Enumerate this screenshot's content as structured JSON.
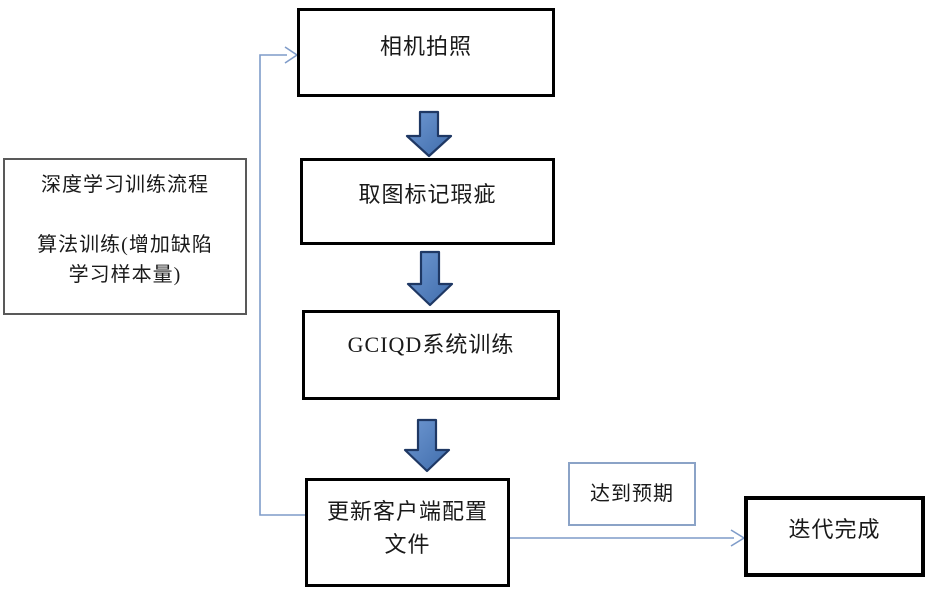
{
  "diagram": {
    "nodes": {
      "camera": {
        "label": "相机拍照"
      },
      "mark": {
        "label": "取图标记瑕疵"
      },
      "train": {
        "label": "GCIQD系统训练"
      },
      "update": {
        "line1": "更新客户端配置",
        "line2": "文件"
      },
      "note": {
        "line1": "深度学习训练流程",
        "line2": "算法训练(增加缺陷",
        "line3": "学习样本量)"
      },
      "expectation": {
        "label": "达到预期"
      },
      "done": {
        "label": "迭代完成"
      }
    },
    "colors": {
      "process_box_border": "#000000",
      "note_box_border": "#595959",
      "label_box_border": "#8ba3c7",
      "block_arrow_fill": "#4a7ebb",
      "block_arrow_stroke": "#1f3864",
      "connector_line": "#7f9cc9",
      "text": "#1a1a1a",
      "background": "#ffffff"
    }
  }
}
